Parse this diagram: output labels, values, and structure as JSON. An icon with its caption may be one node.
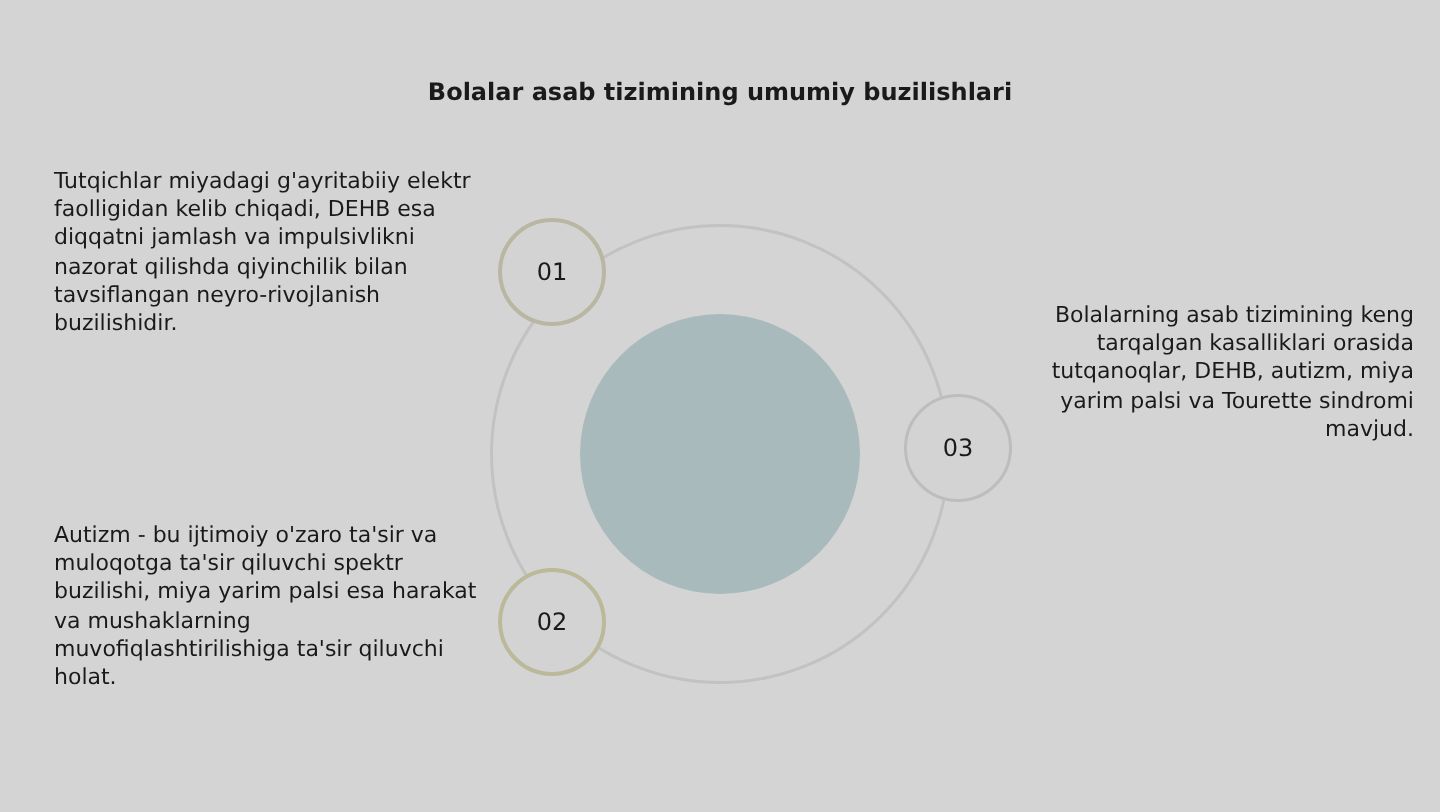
{
  "diagram": {
    "title": "Bolalar asab tizimining umumiy buzilishlari",
    "nodes": [
      {
        "text": [],
        "shape": "circle"
      },
      {
        "text": [],
        "shape": "circle",
        "in": 0
      },
      {
        "text": [
          "01"
        ],
        "beside": [
          "Tutqichlar miyadagi g'ayritabiiy elektr faolligidan kelib chiqadi, DEHB esa diqqatni jamlash va impulsivlikni nazorat qilishda qiyinchilik bilan tavsiflangan neyro-rivojlanish buzilishidir."
        ]
      },
      {
        "text": [
          "03"
        ],
        "beside": [
          "Bolalarning asab tizimining keng tarqalgan kasalliklari orasida tutqanoqlar, DEHB, autizm, miya yarim palsi va Tourette sindromi mavjud."
        ]
      },
      {
        "text": [
          "02"
        ],
        "beside": [
          "Autizm - bu ijtimoiy o'zaro ta'sir va muloqotga ta'sir qiluvchi spektr buzilishi, miya yarim palsi esa harakat va mushaklarning muvofiqlashtirilishiga ta'sir qiluvchi holat."
        ]
      }
    ]
  }
}
